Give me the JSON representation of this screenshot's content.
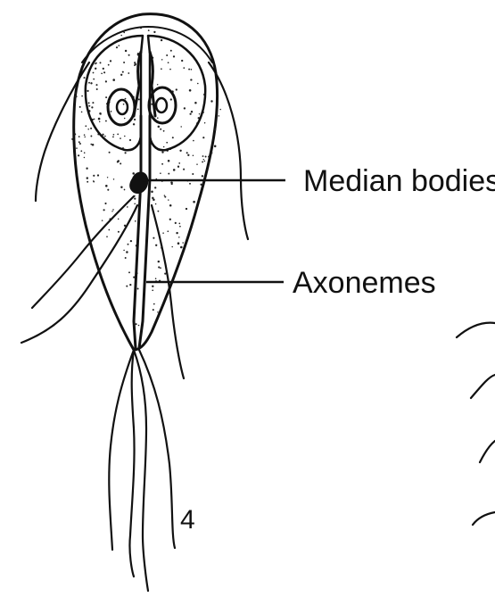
{
  "diagram": {
    "labels": {
      "median_bodies": "Median bodies",
      "axonemes": "Axonemes"
    },
    "figure_number": "4",
    "colors": {
      "ink": "#111111",
      "background": "#ffffff"
    }
  }
}
